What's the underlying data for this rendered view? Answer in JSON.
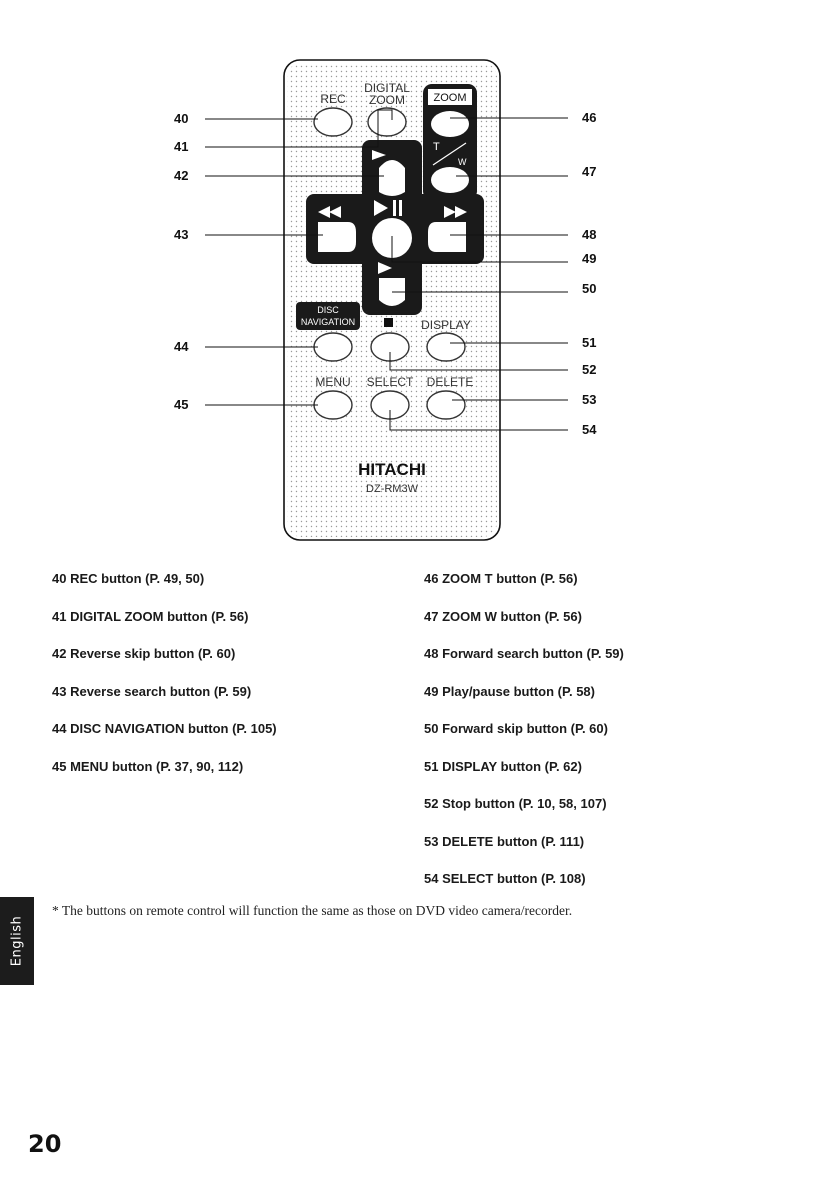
{
  "remote": {
    "brand": "HITACHI",
    "model": "DZ-RM3W",
    "labels": {
      "rec": "REC",
      "digital": "DIGITAL",
      "zoom_small": "ZOOM",
      "zoom_box": "ZOOM",
      "zoom_t": "T",
      "zoom_w": "W",
      "disc": "DISC",
      "navigation": "NAVIGATION",
      "display": "DISPLAY",
      "menu": "MENU",
      "select": "SELECT",
      "delete": "DELETE"
    },
    "callouts": {
      "n40": "40",
      "n41": "41",
      "n42": "42",
      "n43": "43",
      "n44": "44",
      "n45": "45",
      "n46": "46",
      "n47": "47",
      "n48": "48",
      "n49": "49",
      "n50": "50",
      "n51": "51",
      "n52": "52",
      "n53": "53",
      "n54": "54"
    }
  },
  "legend": {
    "left": [
      "40 REC button (P. 49, 50)",
      "41 DIGITAL ZOOM button (P. 56)",
      "42 Reverse skip button (P. 60)",
      "43 Reverse search button (P. 59)",
      "44 DISC NAVIGATION button (P. 105)",
      "45 MENU button (P. 37, 90, 112)"
    ],
    "right": [
      "46 ZOOM T button (P. 56)",
      "47 ZOOM W button (P. 56)",
      "48 Forward search button (P. 59)",
      "49 Play/pause button (P. 58)",
      "50 Forward skip button (P. 60)",
      "51 DISPLAY button (P. 62)",
      "52 Stop button (P. 10, 58, 107)",
      "53 DELETE button (P. 111)",
      "54 SELECT button (P. 108)"
    ]
  },
  "note": "* The buttons on remote control will function the same as those on DVD video camera/recorder.",
  "side_tab": "English",
  "page_number": "20"
}
